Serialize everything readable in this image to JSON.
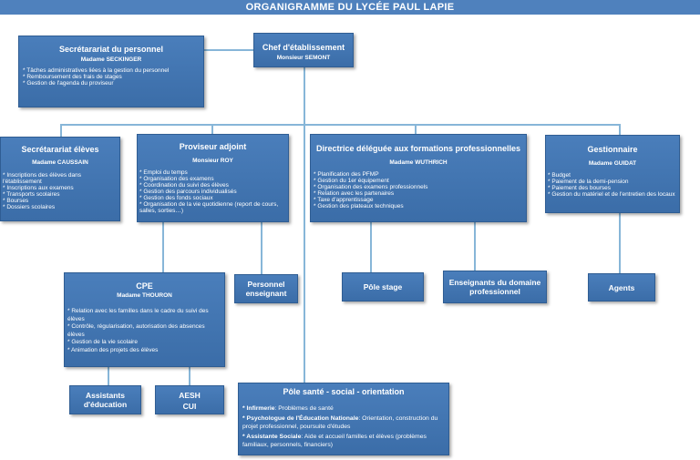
{
  "banner": "ORGANIGRAMME  DU  LYCÉE PAUL LAPIE",
  "chef": {
    "title": "Chef d'établissement",
    "name": "Monsieur SEMONT"
  },
  "secretariat_personnel": {
    "title": "Secrétarariat du personnel",
    "name": "Madame SECKINGER",
    "items": [
      "* Tâches administratives liées à la gestion du personnel",
      "* Remboursement des frais de stages",
      "* Gestion de l'agenda du proviseur"
    ]
  },
  "secretariat_eleves": {
    "title": "Secrétarariat élèves",
    "name": "Madame CAUSSAIN",
    "items": [
      "* Inscriptions des élèves dans l'établissement",
      "* Inscriptions aux examens",
      "* Transports scolaires",
      "* Bourses",
      "* Dossiers scolaires"
    ]
  },
  "proviseur_adjoint": {
    "title": "Proviseur adjoint",
    "name": "Monsieur ROY",
    "items": [
      "* Emploi du temps",
      "* Organisation des examens",
      "* Coordination du suivi des élèves",
      "* Gestion des parcours individualisés",
      "* Gestion des fonds sociaux",
      "* Organisation de la vie quotidienne (report de cours, salles, sorties…)"
    ]
  },
  "ddfpt": {
    "title": "Directrice déléguée aux formations professionnelles",
    "name": "Madame WUTHRICH",
    "items": [
      "* Planification des PFMP",
      "* Gestion du 1er équipement",
      "* Organisation des examens professionnels",
      "* Relation avec les partenaires",
      "* Taxe d'apprentissage",
      "* Gestion des plateaux techniques"
    ]
  },
  "gestionnaire": {
    "title": "Gestionnaire",
    "name": "Madame GUIDAT",
    "items": [
      "* Budget",
      "* Paiement de la demi-pension",
      "* Paiement des bourses",
      "* Gestion du matériel et de l'entretien des locaux"
    ]
  },
  "cpe": {
    "title": "CPE",
    "name": "Madame THOURON",
    "items": [
      "* Relation avec les familles  dans le cadre du suivi des élèves",
      "* Contrôle, régularisation, autorisation des absences élèves",
      "* Gestion de la vie scolaire",
      "* Animation des projets des élèves"
    ]
  },
  "personnel_enseignant": "Personnel enseignant",
  "pole_stage": "Pôle stage",
  "enseignants_domaine": "Enseignants du domaine professionnel",
  "agents": "Agents",
  "assistants": "Assistants d'éducation",
  "aesh": "AESH",
  "cui": "CUI",
  "pole_sante": {
    "title": "Pôle santé - social - orientation",
    "items": [
      {
        "label": "* Infirmerie",
        "text": ":  Problèmes de santé"
      },
      {
        "label": "* Psychologue de l'Éducation Nationale",
        "text": ":  Orientation, construction du projet professionnel, poursuite d'études"
      },
      {
        "label": "* Assistante Sociale",
        "text": ":  Aide et accueil familles et élèves (problèmes familiaux, personnels, financiers)"
      }
    ]
  }
}
